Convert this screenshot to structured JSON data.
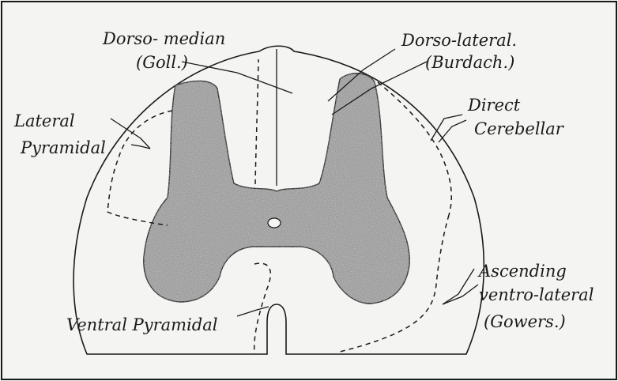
{
  "colors": {
    "background": "#f4f4f2",
    "outline": "#1a1a1a",
    "grey_matter": "#8f8f8f",
    "grey_matter_light": "#b4b4b4"
  },
  "labels": {
    "dorso_median": "Dorso- median",
    "goll": "(Goll.)",
    "dorso_lateral": "Dorso-lateral.",
    "burdach": "(Burdach.)",
    "direct": "Direct",
    "cerebellar": "Cerebellar",
    "lateral": "Lateral",
    "pyramidal": "Pyramidal",
    "ascending": "Ascending",
    "ventro_lateral": "ventro-lateral",
    "gowers": "(Gowers.)",
    "ventral_pyramidal": "Ventral Pyramidal"
  }
}
